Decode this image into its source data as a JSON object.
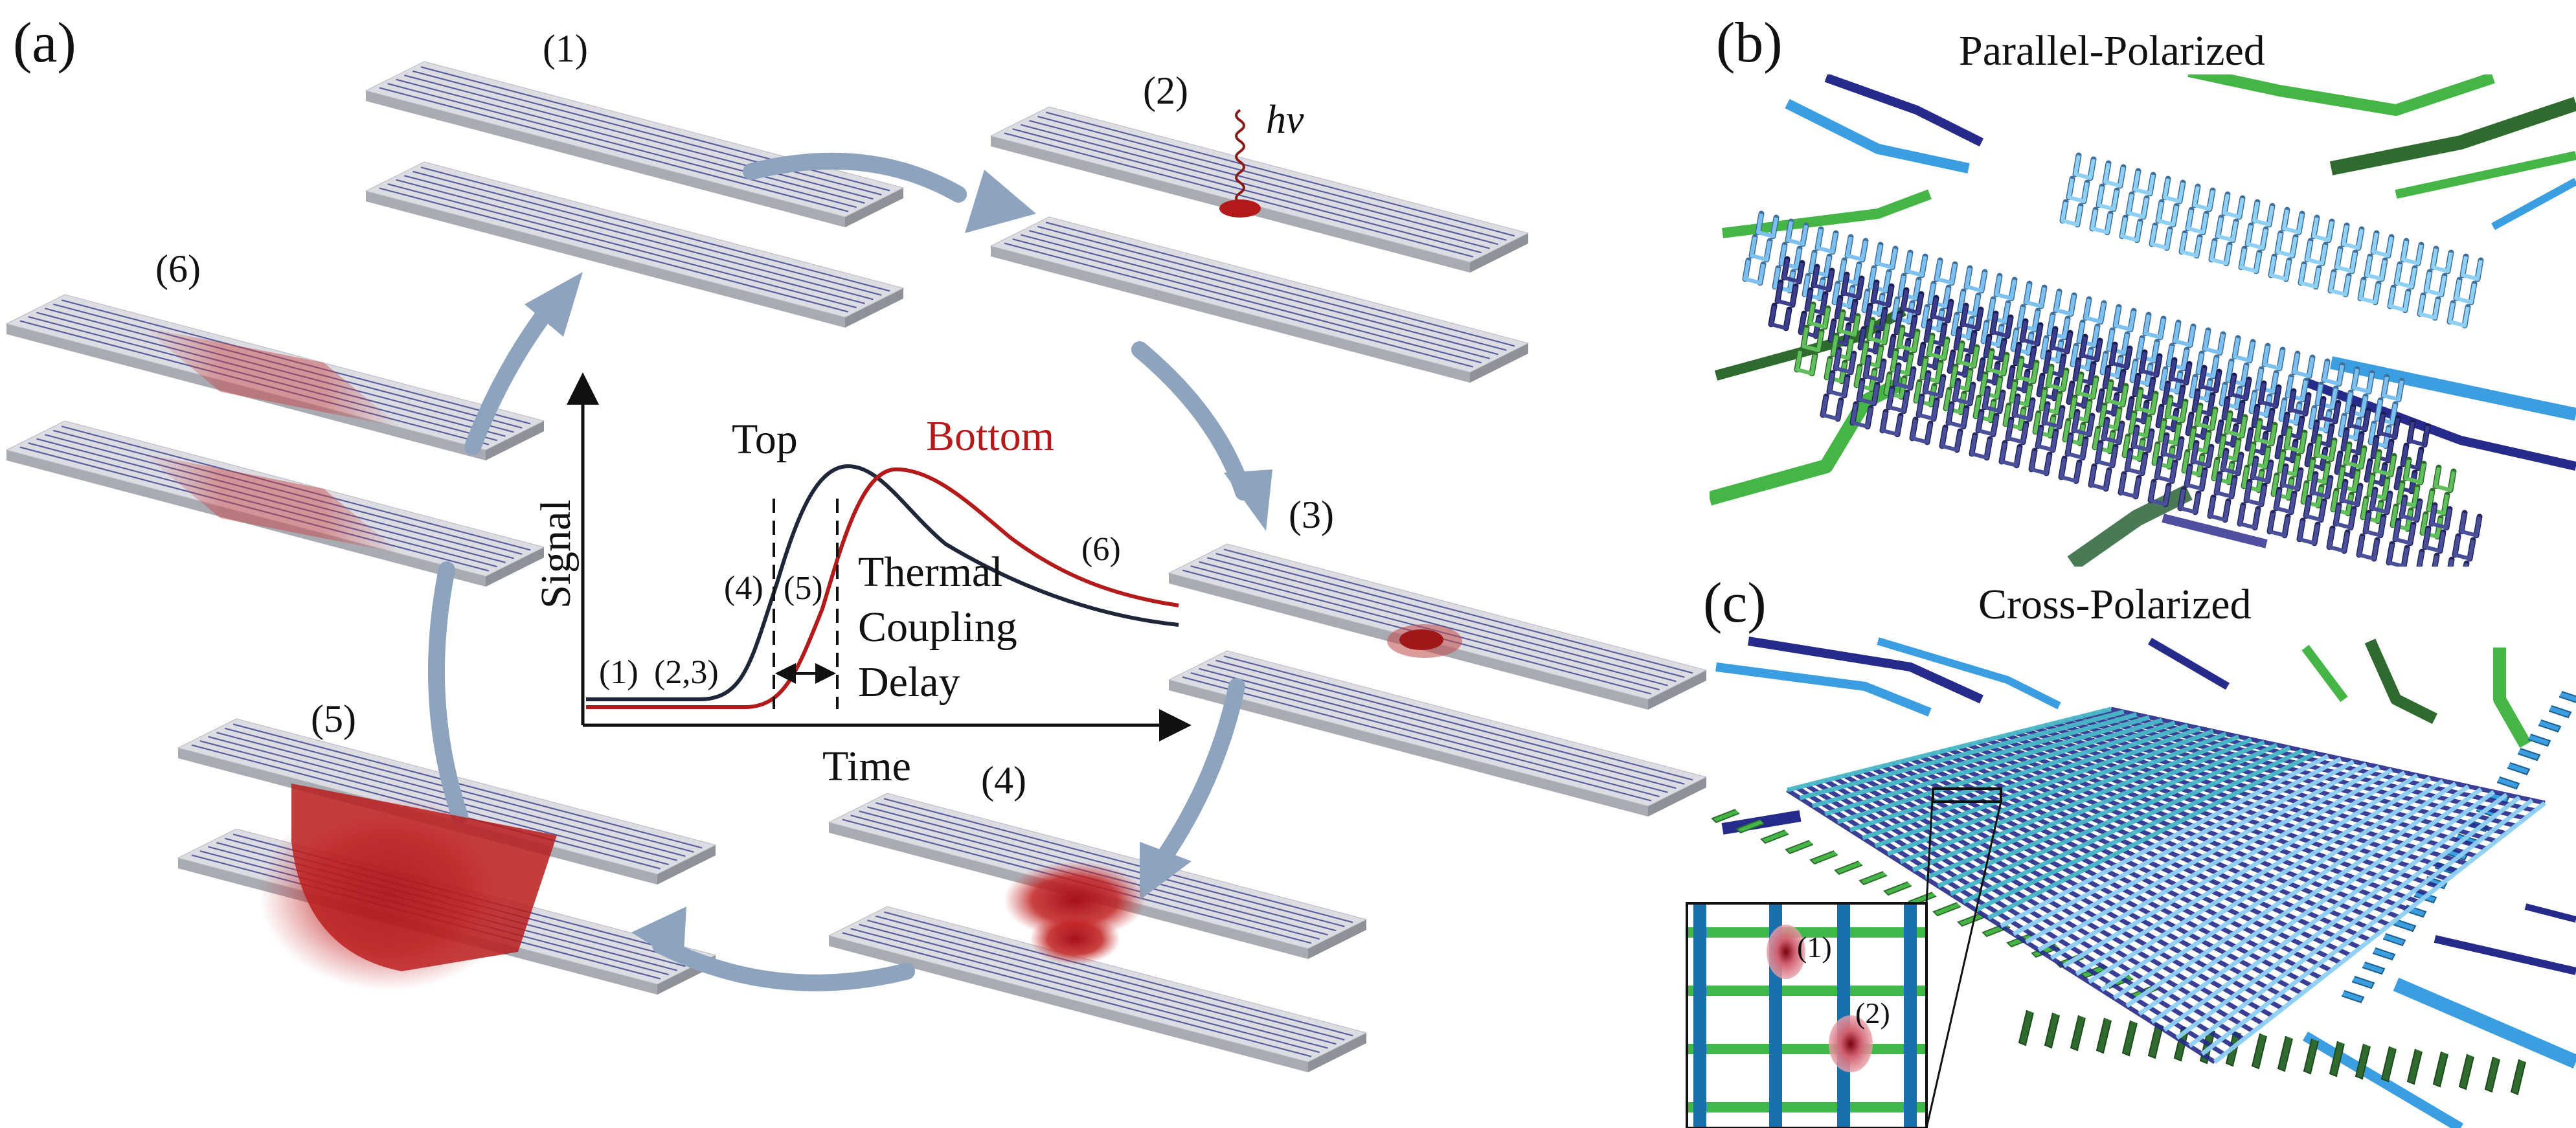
{
  "panel_a": {
    "letter": "(a)",
    "steps": {
      "s1": "(1)",
      "s2": "(2)",
      "s3": "(3)",
      "s4": "(4)",
      "s5": "(5)",
      "s6": "(6)"
    },
    "photon_label": "hν",
    "plot": {
      "ylabel": "Signal",
      "xlabel": "Time",
      "top_label": "Top",
      "bottom_label": "Bottom",
      "phase_1": "(1)",
      "phase_23": "(2,3)",
      "phase_4": "(4)",
      "phase_5": "(5)",
      "phase_6": "(6)",
      "annotation_line1": "Thermal",
      "annotation_line2": "Coupling",
      "annotation_line3": "Delay",
      "top_color": "#1e2638",
      "bottom_color": "#b51a1a"
    },
    "arrow_color": "#8ea3be",
    "hotspot_color": "#b81b1b"
  },
  "panel_b": {
    "letter": "(b)",
    "title": "Parallel-Polarized"
  },
  "panel_c": {
    "letter": "(c)",
    "title": "Cross-Polarized",
    "inset_labels": {
      "i1": "(1)",
      "i2": "(2)"
    }
  },
  "colors": {
    "strip_top": "#dcdde3",
    "strip_side": "#a9abb3",
    "wire": "#5a5f9e",
    "green_dark": "#2f6b2f",
    "green_light": "#45b645",
    "blue_light": "#3a9ee0",
    "blue_dark": "#262a8a"
  }
}
